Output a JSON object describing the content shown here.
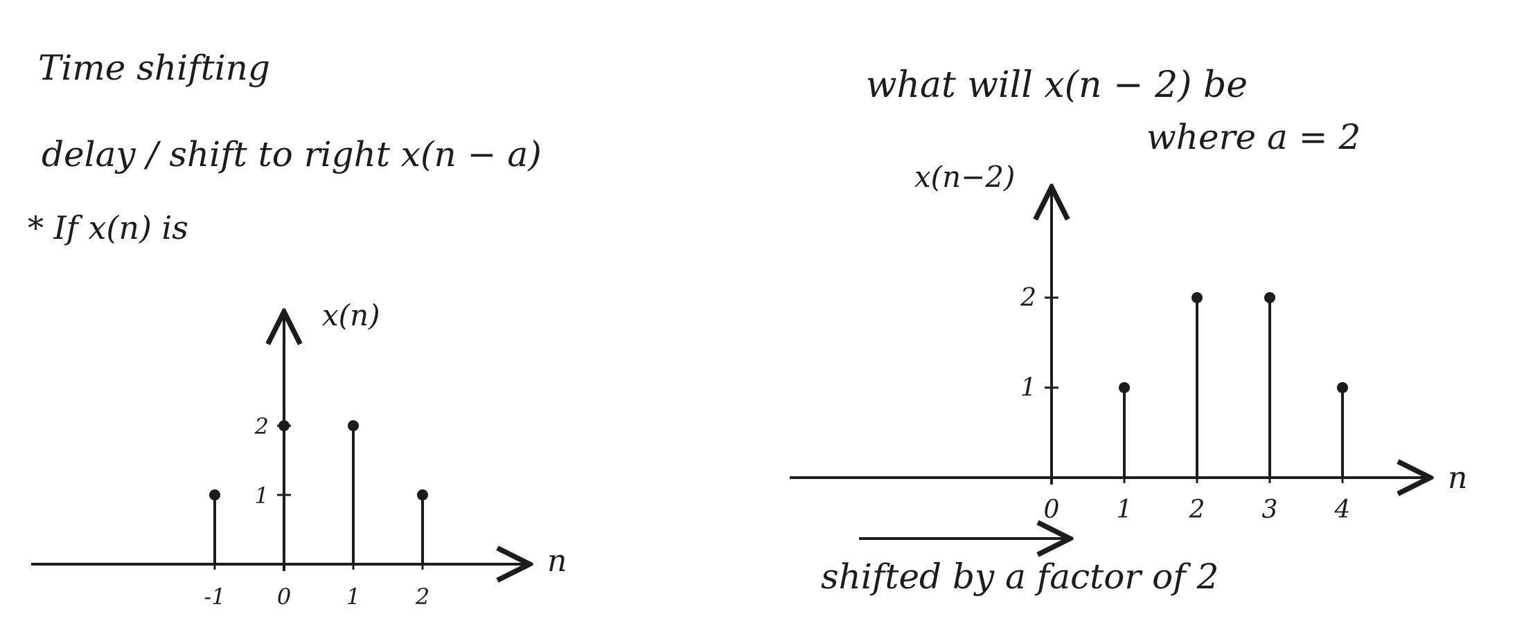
{
  "notes": {
    "title": "Time shifting",
    "line2": "delay / shift to right x(n − a)",
    "line3": "* If x(n) is",
    "question": "what will x(n − 2) be",
    "where": "where a = 2",
    "shifted": "shifted by a factor of 2"
  },
  "chart_data": [
    {
      "type": "stem",
      "ylabel": "x(n)",
      "xlabel": "n",
      "x_ticks": [
        "-1",
        "0",
        "1",
        "2"
      ],
      "y_ticks": [
        "1",
        "2"
      ],
      "points": [
        {
          "x": -1,
          "y": 1
        },
        {
          "x": 0,
          "y": 2
        },
        {
          "x": 1,
          "y": 2
        },
        {
          "x": 2,
          "y": 1
        }
      ]
    },
    {
      "type": "stem",
      "ylabel": "x(n−2)",
      "xlabel": "n",
      "x_ticks": [
        "0",
        "1",
        "2",
        "3",
        "4"
      ],
      "y_ticks": [
        "1",
        "2"
      ],
      "points": [
        {
          "x": 1,
          "y": 1
        },
        {
          "x": 2,
          "y": 2
        },
        {
          "x": 3,
          "y": 2
        },
        {
          "x": 4,
          "y": 1
        }
      ]
    }
  ]
}
